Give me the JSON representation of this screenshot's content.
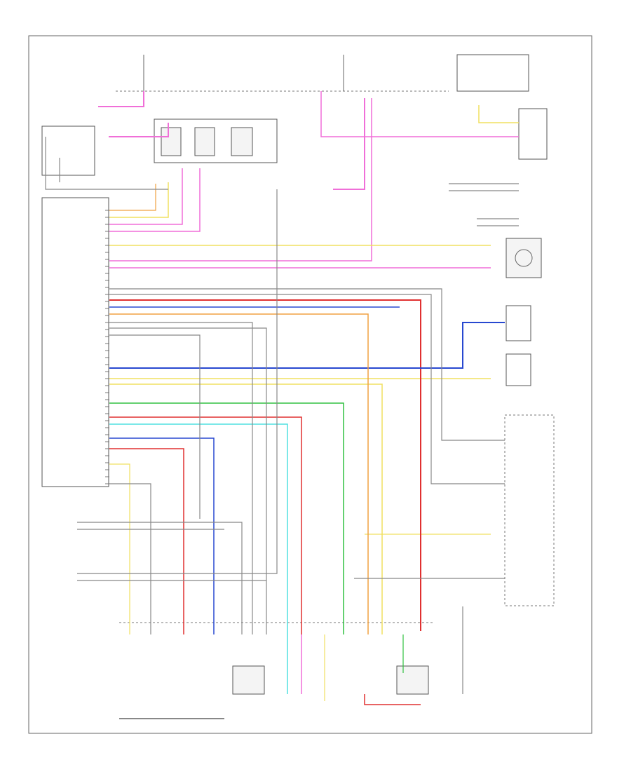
{
  "diagram": {
    "footer_code": "",
    "components": [
      {
        "id": "hot-at-all-times-left",
        "label": ""
      },
      {
        "id": "hot-at-all-times-center",
        "label": ""
      },
      {
        "id": "hot-in-run",
        "label": ""
      },
      {
        "id": "underhood-fuse-relay-center",
        "label": ""
      },
      {
        "id": "instrument-panel-junction-block",
        "label": ""
      },
      {
        "id": "instrument-cluster",
        "label": ""
      },
      {
        "id": "powertrain-control-module",
        "label": ""
      },
      {
        "id": "brake-switch",
        "label": ""
      },
      {
        "id": "vehicle-speed-sensor",
        "label": ""
      },
      {
        "id": "turbine-speed-sensor",
        "label": ""
      },
      {
        "id": "transmission-fluid-temp-sensor",
        "label": ""
      },
      {
        "id": "transmission-range-switch",
        "label": ""
      },
      {
        "id": "automatic-transmission-fluid-pressure-manual-valve",
        "label": ""
      },
      {
        "id": "pressure-control-solenoid",
        "label": ""
      },
      {
        "id": "shift-solenoid-a",
        "label": ""
      },
      {
        "id": "shift-solenoid-b",
        "label": ""
      },
      {
        "id": "tcc-solenoid",
        "label": ""
      },
      {
        "id": "ground",
        "label": ""
      }
    ]
  }
}
